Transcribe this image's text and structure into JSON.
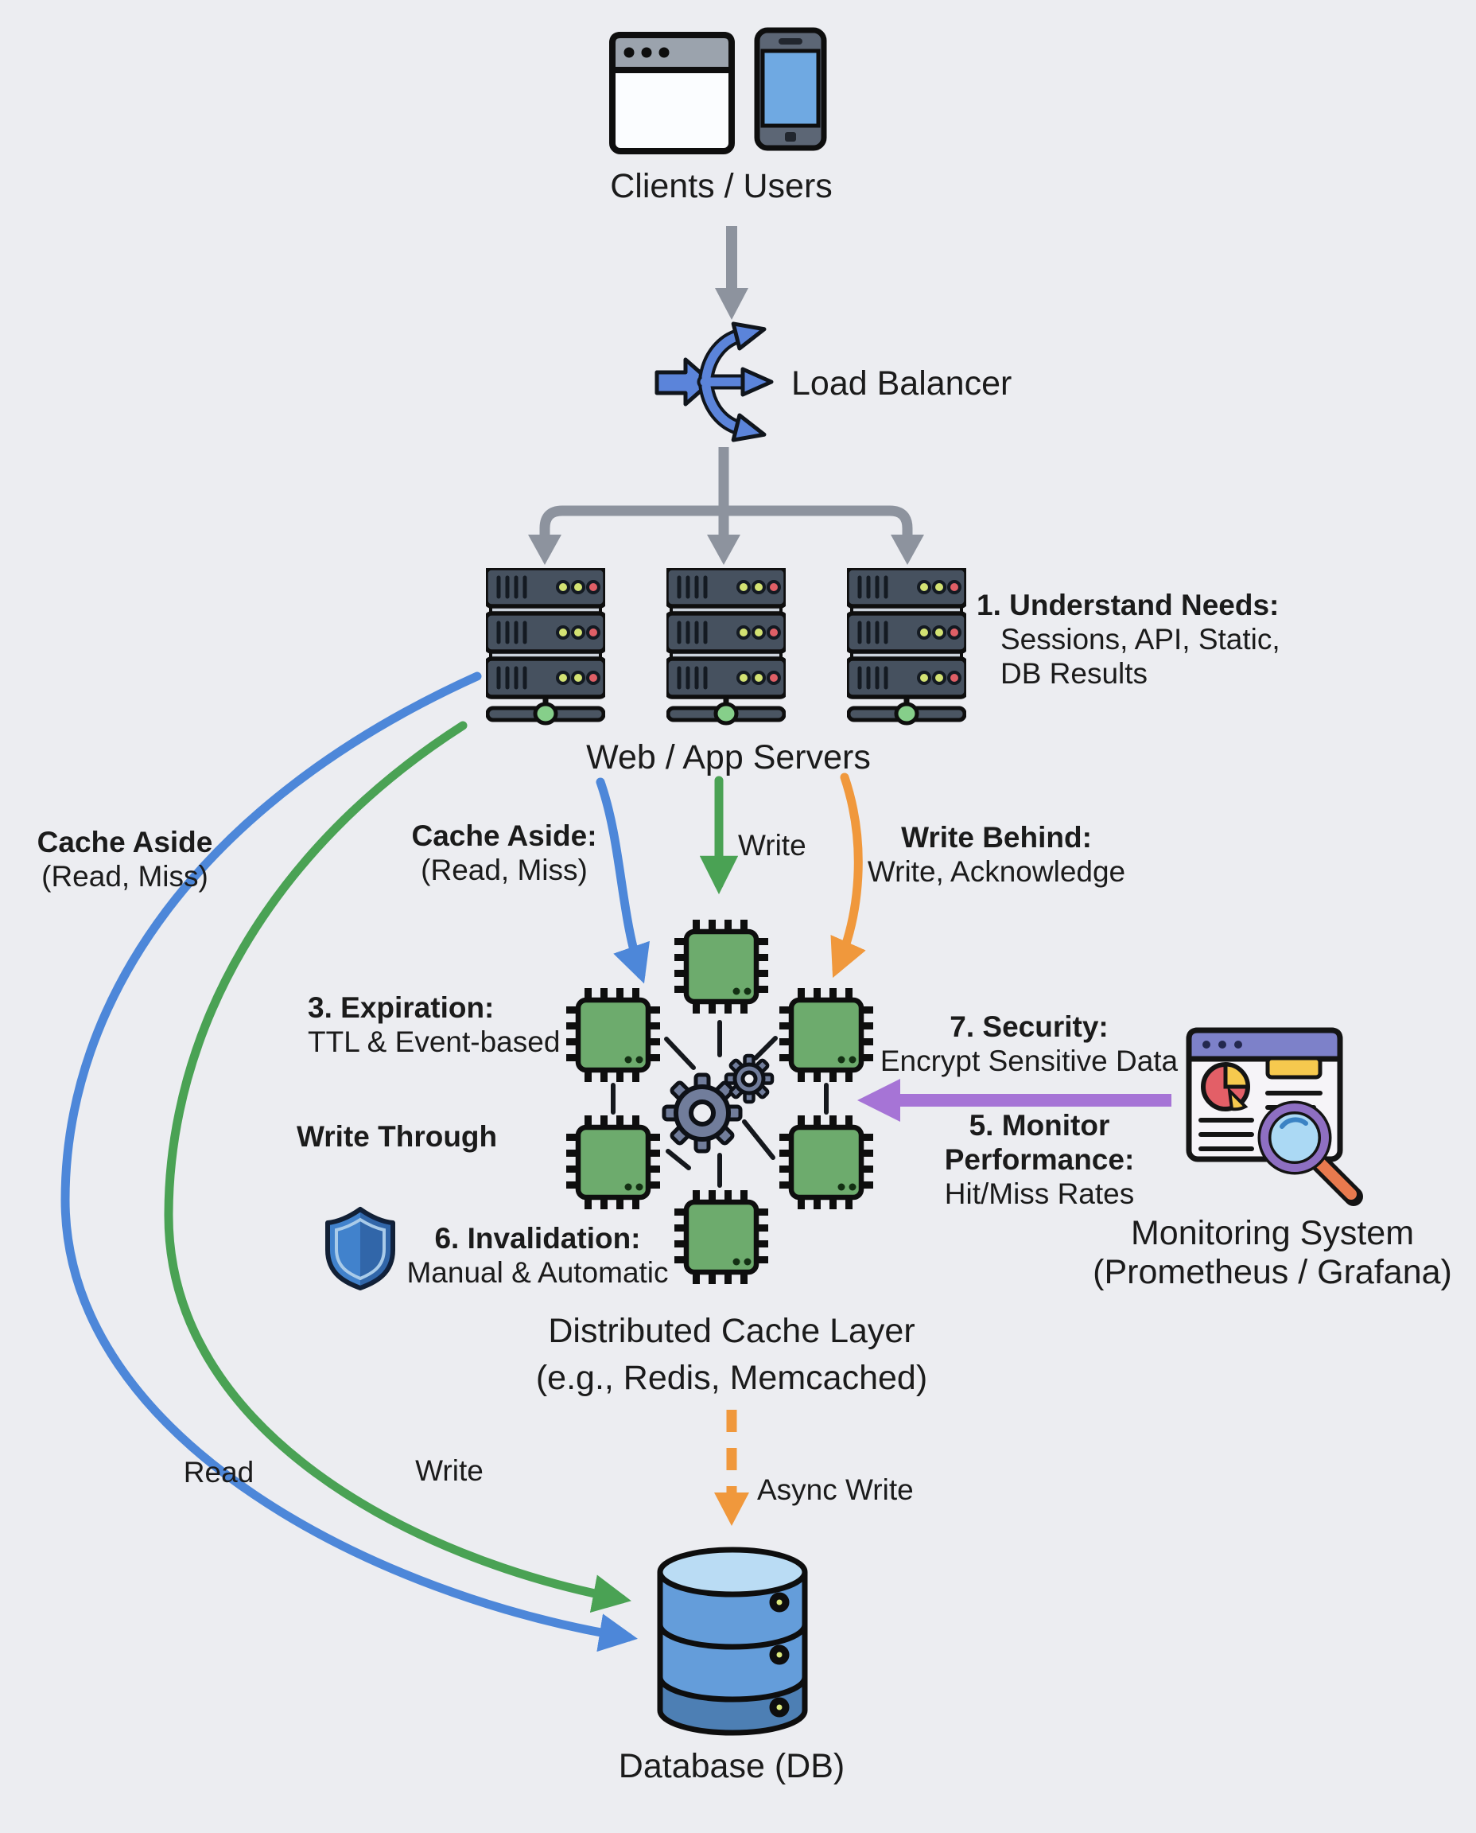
{
  "nodes": {
    "clients": "Clients / Users",
    "load_balancer": "Load Balancer",
    "servers": "Web / App Servers",
    "cache_line1": "Distributed Cache Layer",
    "cache_line2": "(e.g., Redis, Memcached)",
    "monitoring_line1": "Monitoring System",
    "monitoring_line2": "(Prometheus / Grafana)",
    "database": "Database (DB)"
  },
  "annotations": {
    "understand_title": "1. Understand Needs:",
    "understand_line1": "Sessions, API, Static,",
    "understand_line2": "DB Results",
    "cache_aside_left_title": "Cache Aside",
    "cache_aside_left_sub": "(Read, Miss)",
    "cache_aside_mid_title": "Cache Aside:",
    "cache_aside_mid_sub": "(Read, Miss)",
    "write_mid": "Write",
    "write_behind_title": "Write Behind:",
    "write_behind_sub": "Write, Acknowledge",
    "expiration_title": "3. Expiration:",
    "expiration_sub": "TTL & Event-based",
    "write_through": "Write Through",
    "invalidation_title": "6. Invalidation:",
    "invalidation_sub": "Manual & Automatic",
    "security_title": "7. Security:",
    "security_sub": "Encrypt Sensitive Data",
    "monitor_title1": "5. Monitor",
    "monitor_title2": "Performance:",
    "monitor_sub": "Hit/Miss Rates",
    "async_write": "Async Write",
    "read_bottom": "Read",
    "write_bottom": "Write"
  },
  "colors": {
    "background": "#ecedf1",
    "flow_blue": "#4d87d9",
    "flow_green": "#4aa254",
    "flow_orange": "#f0983c",
    "flow_purple": "#a674d6",
    "flow_gray": "#8d939e",
    "chip_green": "#6dab6d",
    "db_blue": "#649dda",
    "ink": "#1b1b1b"
  }
}
